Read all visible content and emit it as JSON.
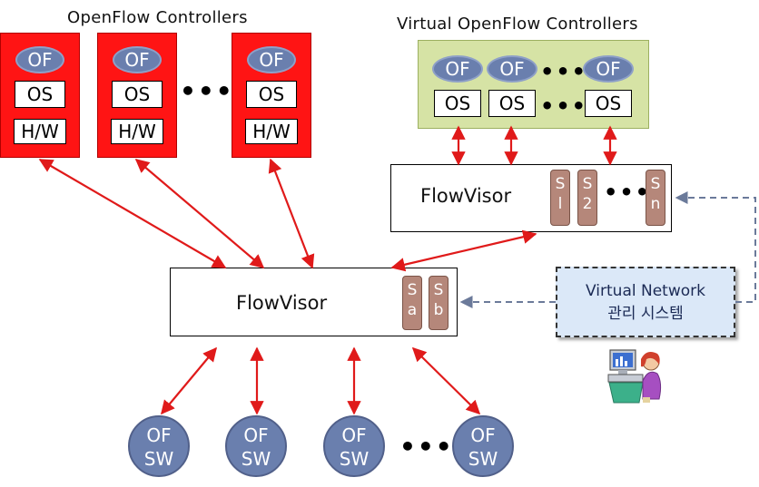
{
  "titles": {
    "physical_controllers": "OpenFlow  Controllers",
    "virtual_controllers": "Virtual  OpenFlow  Controllers"
  },
  "controller_stack": {
    "of": "OF",
    "os": "OS",
    "hw": "H/W"
  },
  "ellipsis": "•••",
  "flowvisor_top": {
    "label": "FlowVisor",
    "slices": [
      {
        "s": "S",
        "n": "l"
      },
      {
        "s": "S",
        "n": "2"
      },
      {
        "s": "S",
        "n": "n"
      }
    ]
  },
  "flowvisor_bottom": {
    "label": "FlowVisor",
    "slices": [
      {
        "s": "S",
        "n": "a"
      },
      {
        "s": "S",
        "n": "b"
      }
    ]
  },
  "management": {
    "line1": "Virtual Network",
    "line2": "관리 시스템"
  },
  "switches": {
    "top": "OF",
    "bottom": "SW"
  },
  "colors": {
    "controller": "#ff1414",
    "virtual_bg": "#d6e3a5",
    "arrow": "#e01a1a",
    "dashed": "#6b7a9a",
    "of_oval": "#6a7fae",
    "slice": "#b5877a"
  },
  "icons": {
    "operator": "person-at-computer-icon"
  }
}
